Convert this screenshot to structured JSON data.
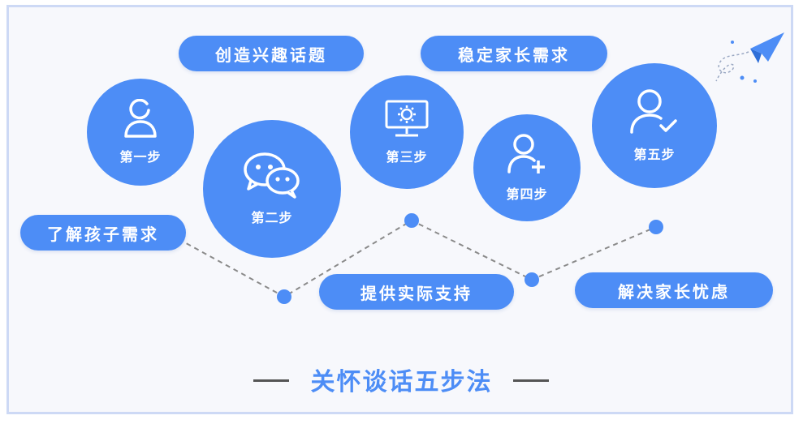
{
  "title": "关怀谈话五步法",
  "steps": [
    {
      "label": "第一步",
      "icon": "user-icon"
    },
    {
      "label": "第二步",
      "icon": "wechat-icon"
    },
    {
      "label": "第三步",
      "icon": "monitor-icon"
    },
    {
      "label": "第四步",
      "icon": "user-add-icon"
    },
    {
      "label": "第五步",
      "icon": "user-check-icon"
    }
  ],
  "tags": [
    {
      "text": "创造兴趣话题"
    },
    {
      "text": "稳定家长需求"
    },
    {
      "text": "了解孩子需求"
    },
    {
      "text": "提供实际支持"
    },
    {
      "text": "解决家长忧虑"
    }
  ],
  "colors": {
    "accent": "#4d8df6",
    "border": "#cdd9f5",
    "background": "#f7f8fc"
  }
}
